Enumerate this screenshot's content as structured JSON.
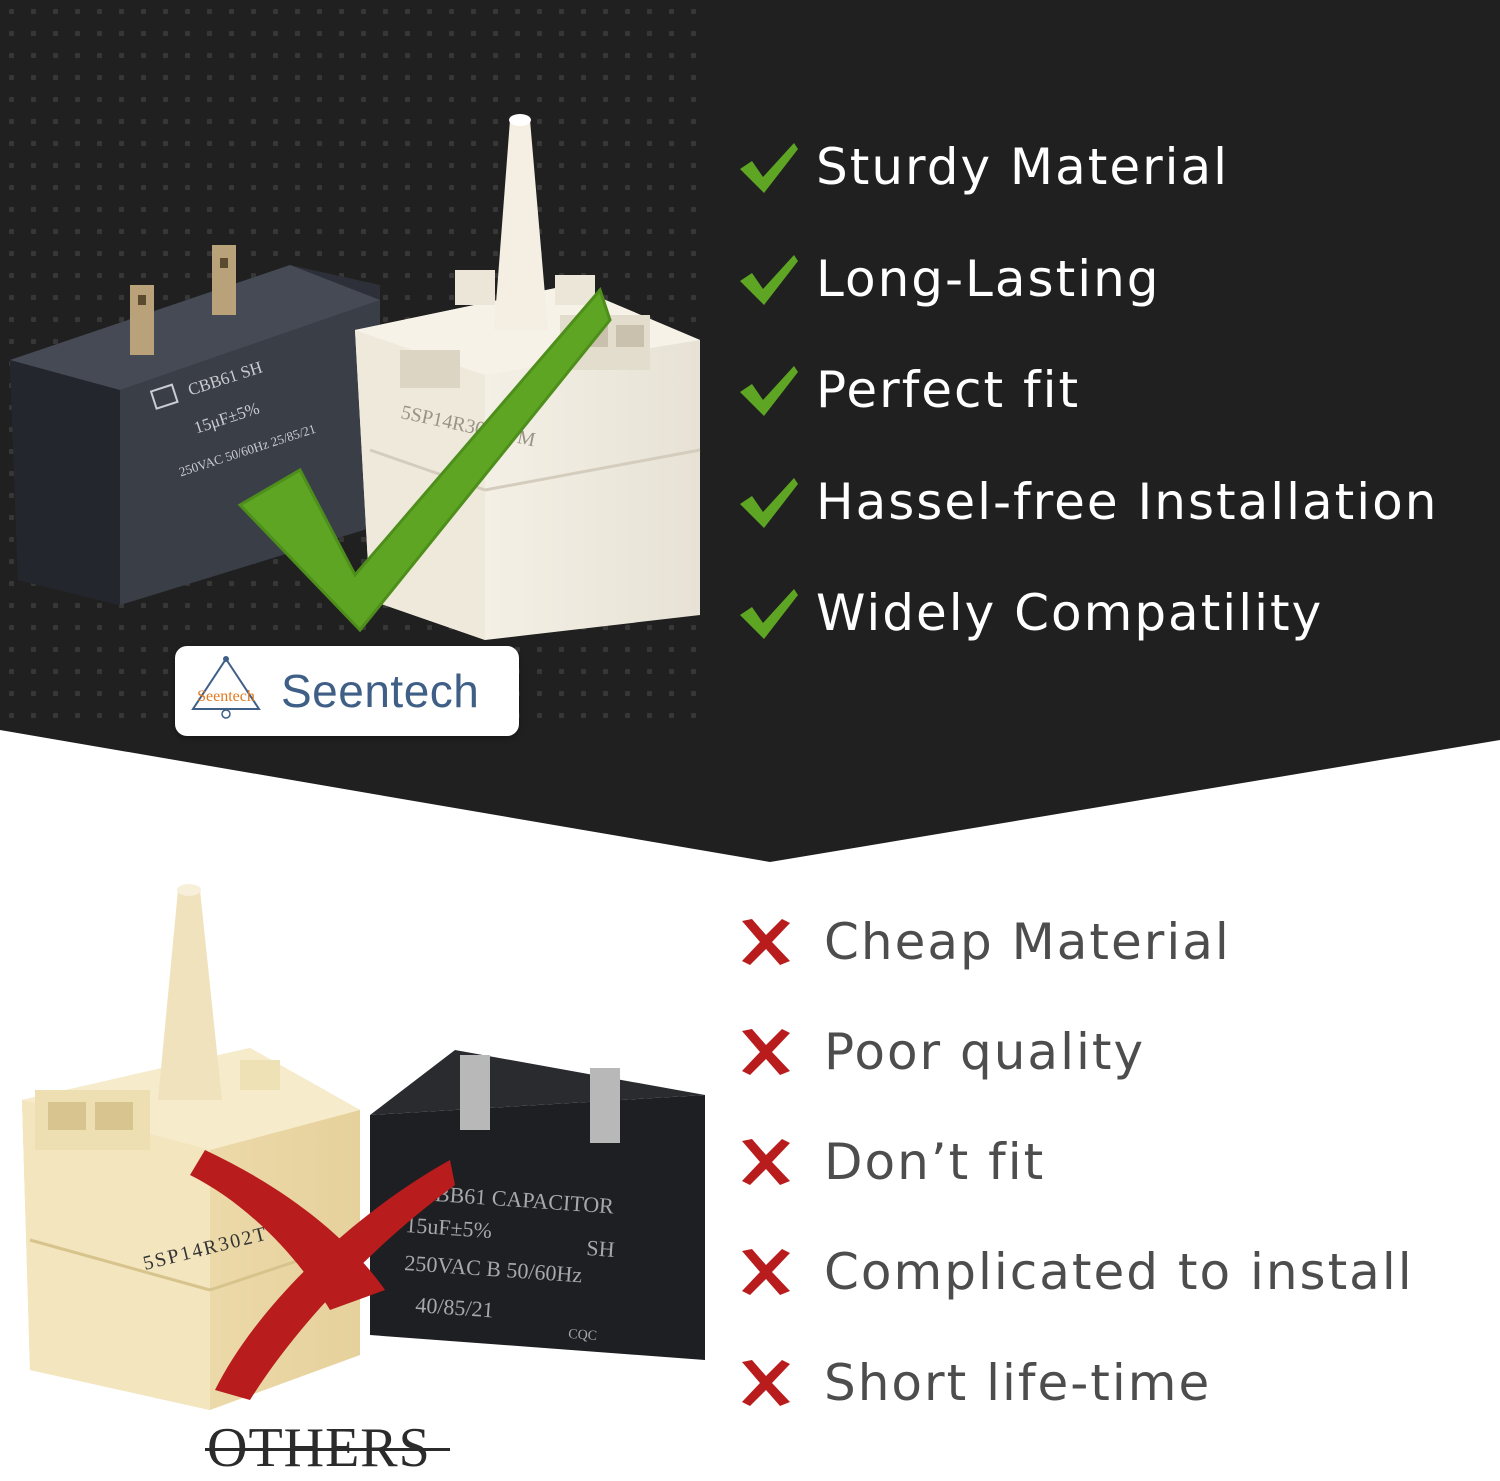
{
  "benefits": [
    "Sturdy Material",
    "Long-Lasting",
    "Perfect fit",
    "Hassel-free Installation",
    "Widely Compatility"
  ],
  "drawbacks": [
    "Cheap Material",
    "Poor quality",
    "Don’t fit",
    "Complicated to install",
    "Short life-time"
  ],
  "brand": {
    "name": "Seentech",
    "logo_text": "Seentech"
  },
  "others_label": "OTHERS",
  "product_good": {
    "capacitor_lines": [
      "CBB61  SH",
      "15μF±5%",
      "250VAC 50/60Hz 25/85/21"
    ],
    "relay_text": "5SP14R302TFM"
  },
  "product_bad": {
    "capacitor_lines": [
      "CBB61 CAPACITOR",
      "15uF±5%",
      "SH",
      "250VAC B  50/60Hz",
      "40/85/21",
      "CQC"
    ],
    "relay_text": "5SP14R302T"
  },
  "colors": {
    "dark_bg": "#202020",
    "check_green": "#5ea524",
    "cross_red": "#b91c1c",
    "feature_text_light": "#ffffff",
    "feature_text_dark": "#4d4d4d",
    "brand_blue": "#3f5f86"
  }
}
